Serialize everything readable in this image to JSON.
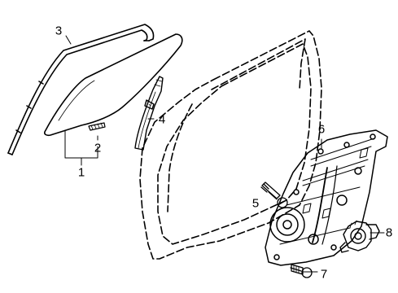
{
  "diagram": {
    "line_color": "#000000",
    "background_color": "#ffffff",
    "callouts": [
      {
        "id": "1",
        "label": "1"
      },
      {
        "id": "2",
        "label": "2"
      },
      {
        "id": "3",
        "label": "3"
      },
      {
        "id": "4",
        "label": "4"
      },
      {
        "id": "5",
        "label": "5"
      },
      {
        "id": "6",
        "label": "6"
      },
      {
        "id": "7",
        "label": "7"
      },
      {
        "id": "8",
        "label": "8"
      }
    ],
    "parts": [
      {
        "callout": "1",
        "icon": "door-glass"
      },
      {
        "callout": "2",
        "icon": "glass-clip"
      },
      {
        "callout": "3",
        "icon": "glass-run-channel"
      },
      {
        "callout": "4",
        "icon": "quarter-glass-channel"
      },
      {
        "callout": "5",
        "icon": "bolt"
      },
      {
        "callout": "6",
        "icon": "window-regulator-module"
      },
      {
        "callout": "7",
        "icon": "screw"
      },
      {
        "callout": "8",
        "icon": "regulator-motor"
      }
    ]
  }
}
